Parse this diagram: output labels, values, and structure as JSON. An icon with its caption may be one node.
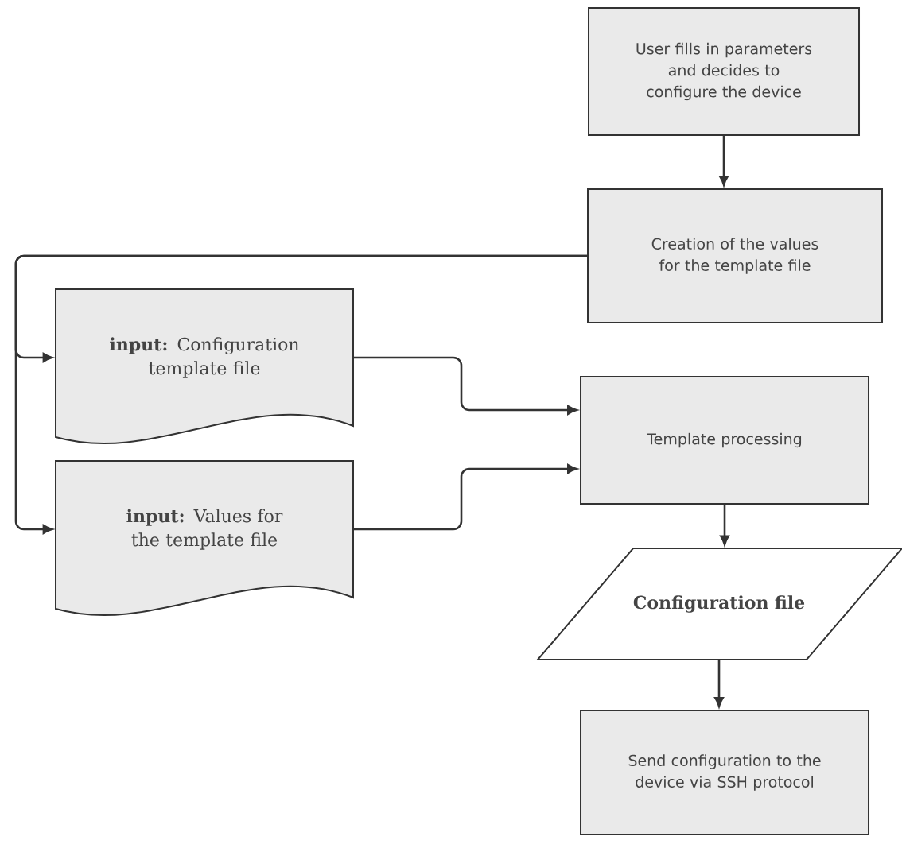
{
  "diagram": {
    "nodes": [
      {
        "text": [
          "User fills in parameters and decides to configure the device"
        ]
      },
      {
        "text": [
          "Creation of the values for the template file"
        ]
      },
      {
        "text": [
          "**input:** Configuration template file"
        ]
      },
      {
        "text": [
          "Template processing"
        ]
      },
      {
        "text": [
          "**input:** Values for the template file"
        ]
      },
      {
        "text": [
          "Configuration file"
        ]
      },
      {
        "text": [
          "Send configuration to the device via SSH protocol"
        ]
      }
    ],
    "edges": [
      {
        "from": 0,
        "to": 1,
        "arrow": "to"
      },
      {
        "from": 1,
        "to": 2,
        "arrow": "to"
      },
      {
        "from": 1,
        "to": 4,
        "arrow": "to"
      },
      {
        "from": 2,
        "to": 3,
        "arrow": "to"
      },
      {
        "from": 4,
        "to": 3,
        "arrow": "to"
      },
      {
        "from": 3,
        "to": 5,
        "arrow": "to"
      },
      {
        "from": 5,
        "to": 6,
        "arrow": "to"
      }
    ]
  }
}
